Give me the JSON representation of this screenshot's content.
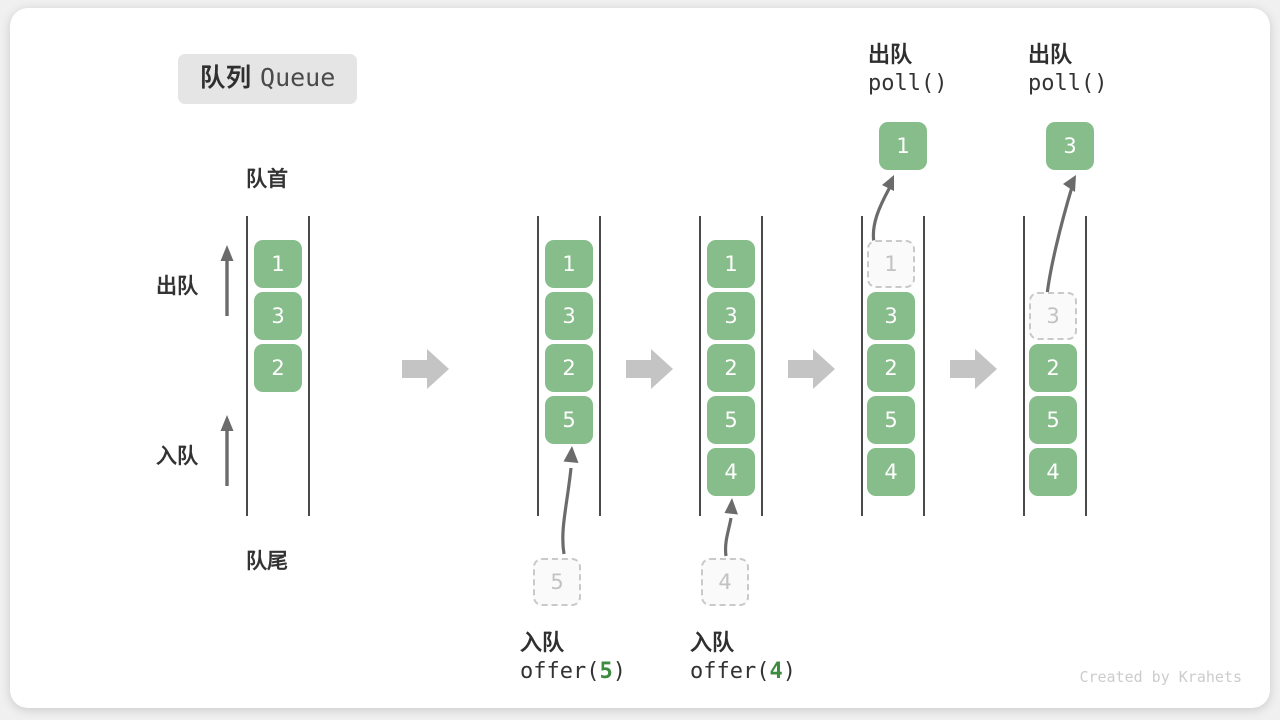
{
  "title": {
    "cn": "队列",
    "en": "Queue"
  },
  "labels": {
    "head": "队首",
    "tail": "队尾",
    "dequeue": "出队",
    "enqueue": "入队"
  },
  "footer": "Created by Krahets",
  "colors": {
    "element": "#86bd8a",
    "element_text": "#ffffff",
    "ghost_border": "#c9c9c9",
    "ghost_text": "#c2c2c2",
    "rail": "#4a4a4a",
    "arrow": "#6b6b6b",
    "step_arrow": "#c4c4c4",
    "accent_code": "#3d8b40",
    "badge_bg": "#e5e5e5"
  },
  "stages": [
    {
      "name": "initial",
      "items": [
        {
          "value": "1",
          "ghost": false
        },
        {
          "value": "3",
          "ghost": false
        },
        {
          "value": "2",
          "ghost": false
        }
      ],
      "side_labels": {
        "top": "出队",
        "bottom": "入队"
      },
      "head_label": "队首",
      "tail_label": "队尾"
    },
    {
      "name": "after-offer-5",
      "items": [
        {
          "value": "1",
          "ghost": false
        },
        {
          "value": "3",
          "ghost": false
        },
        {
          "value": "2",
          "ghost": false
        },
        {
          "value": "5",
          "ghost": false
        }
      ],
      "incoming": {
        "value": "5"
      },
      "caption": {
        "cn": "入队",
        "code_prefix": "offer(",
        "arg": "5",
        "code_suffix": ")"
      }
    },
    {
      "name": "after-offer-4",
      "items": [
        {
          "value": "1",
          "ghost": false
        },
        {
          "value": "3",
          "ghost": false
        },
        {
          "value": "2",
          "ghost": false
        },
        {
          "value": "5",
          "ghost": false
        },
        {
          "value": "4",
          "ghost": false
        }
      ],
      "incoming": {
        "value": "4"
      },
      "caption": {
        "cn": "入队",
        "code_prefix": "offer(",
        "arg": "4",
        "code_suffix": ")"
      }
    },
    {
      "name": "poll-1",
      "items": [
        {
          "value": "1",
          "ghost": true
        },
        {
          "value": "3",
          "ghost": false
        },
        {
          "value": "2",
          "ghost": false
        },
        {
          "value": "5",
          "ghost": false
        },
        {
          "value": "4",
          "ghost": false
        }
      ],
      "popped": {
        "value": "1"
      },
      "caption": {
        "cn": "出队",
        "code": "poll()"
      }
    },
    {
      "name": "poll-3",
      "items": [
        {
          "value": "3",
          "ghost": true
        },
        {
          "value": "2",
          "ghost": false
        },
        {
          "value": "5",
          "ghost": false
        },
        {
          "value": "4",
          "ghost": false
        }
      ],
      "popped": {
        "value": "3"
      },
      "caption": {
        "cn": "出队",
        "code": "poll()"
      }
    }
  ],
  "step_arrows": 4
}
